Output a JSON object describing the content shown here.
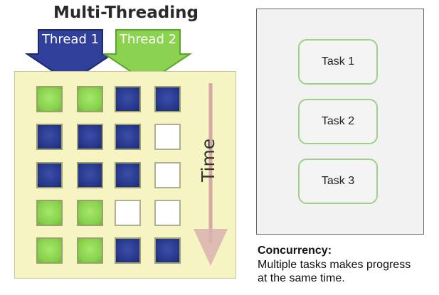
{
  "left_diagram": {
    "title": "Multi-Threading",
    "threads": [
      {
        "label": "Thread 1",
        "color": "#26368a"
      },
      {
        "label": "Thread 2",
        "color": "#86d04a"
      }
    ],
    "time_label": "Time",
    "grid": [
      [
        "t2",
        "t2",
        "t1",
        "t1"
      ],
      [
        "t1",
        "t1",
        "t1",
        "empty"
      ],
      [
        "t1",
        "t1",
        "t1",
        "empty"
      ],
      [
        "t2",
        "t2",
        "empty",
        "empty"
      ],
      [
        "t2",
        "t2",
        "t1",
        "t1"
      ]
    ]
  },
  "right_diagram": {
    "tasks": [
      "Task 1",
      "Task 2",
      "Task 3"
    ],
    "caption_title": "Concurrency:",
    "caption_line1": "Multiple tasks makes progress",
    "caption_line2": "at the same time."
  }
}
